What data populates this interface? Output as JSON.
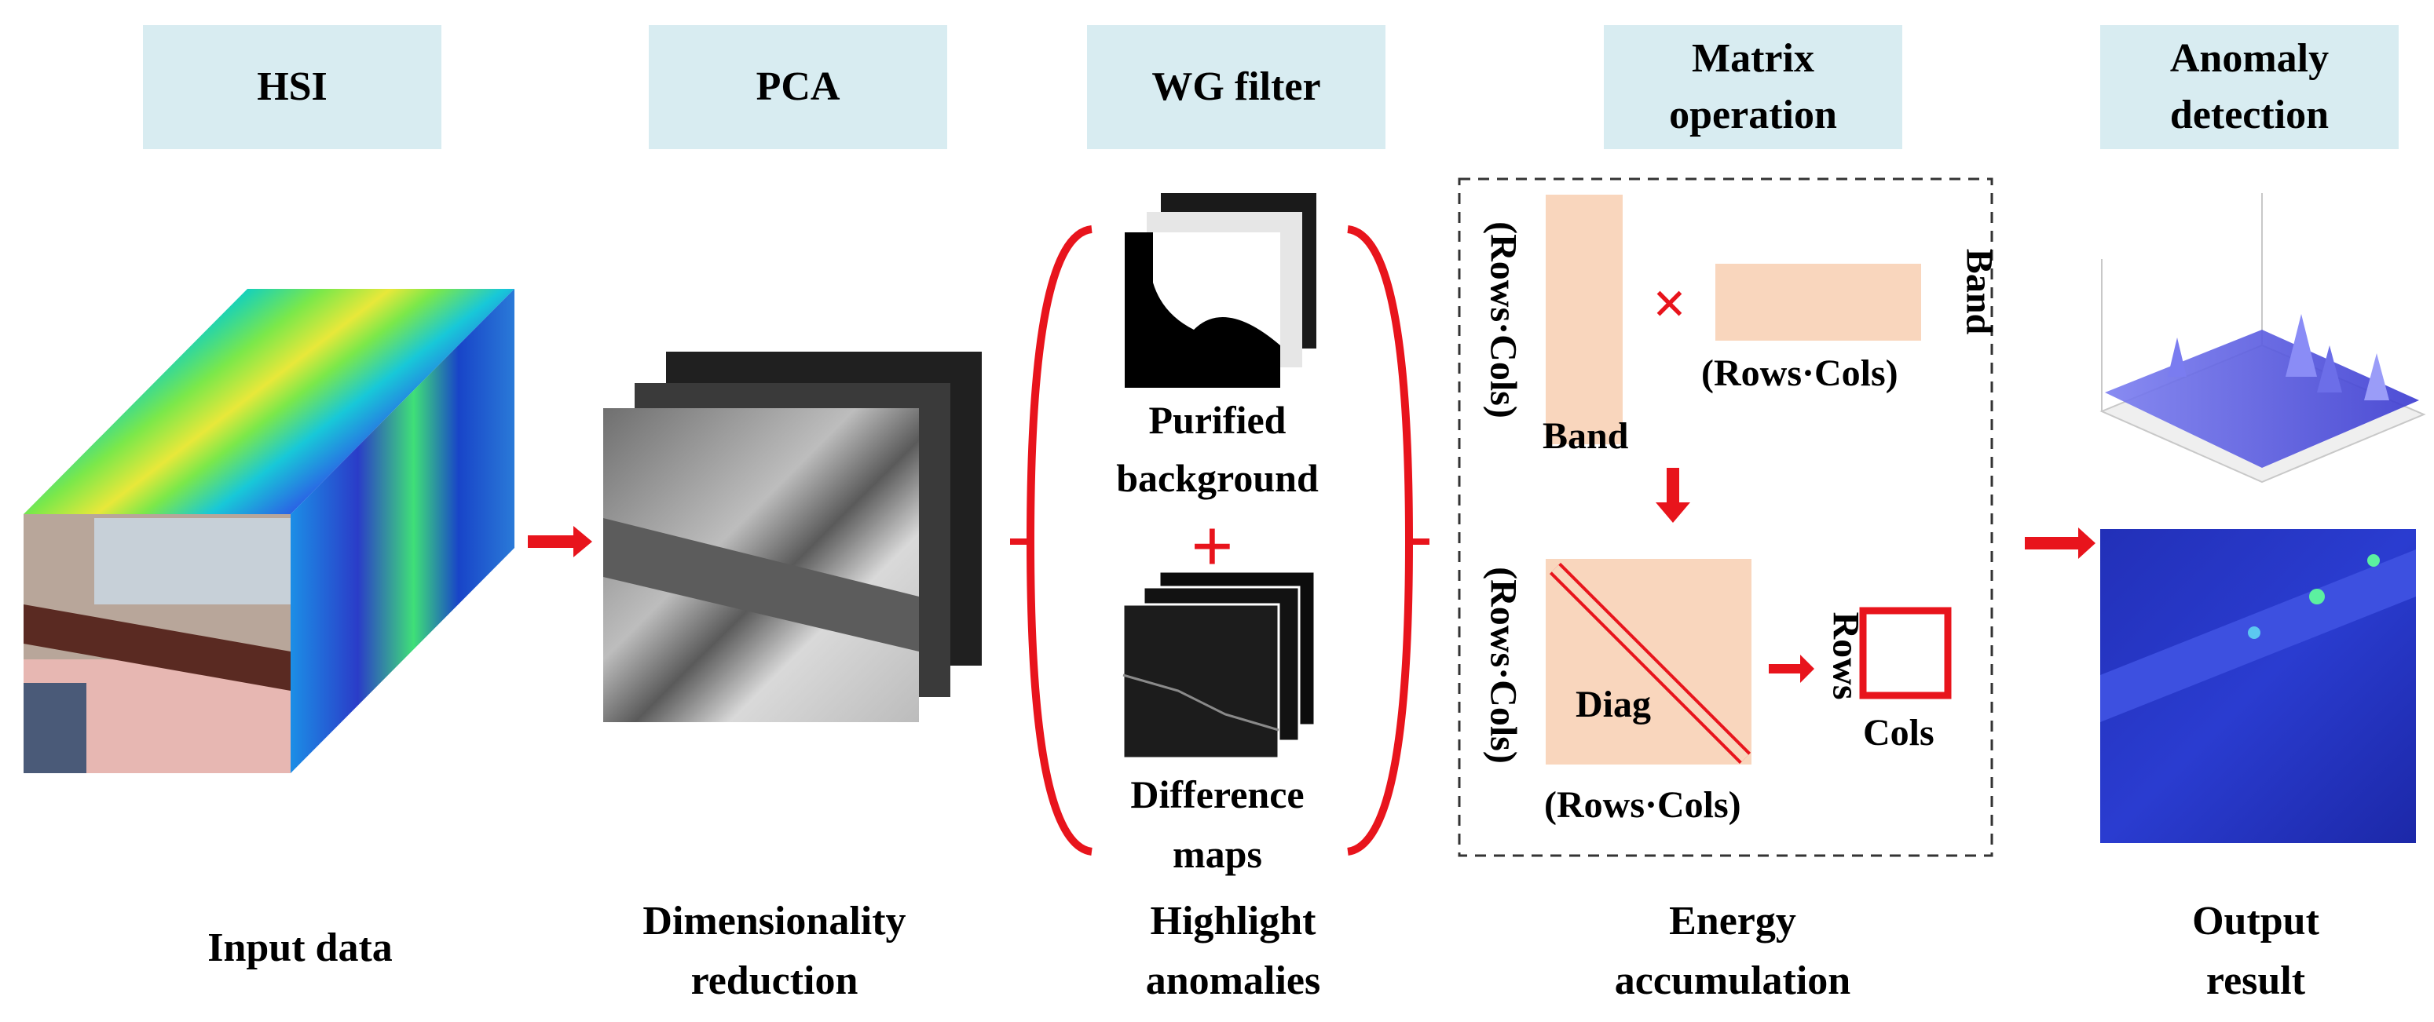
{
  "steps": [
    {
      "header": "HSI",
      "caption_line1": "Input data",
      "caption_line2": ""
    },
    {
      "header": "PCA",
      "caption_line1": "Dimensionality",
      "caption_line2": "reduction"
    },
    {
      "header": "WG filter",
      "caption_line1": "Highlight",
      "caption_line2": "anomalies"
    },
    {
      "header_line1": "Matrix",
      "header_line2": "operation",
      "caption_line1": "Energy",
      "caption_line2": "accumulation"
    },
    {
      "header_line1": "Anomaly",
      "header_line2": "detection",
      "caption_line1": "Output",
      "caption_line2": "result"
    }
  ],
  "wg_filter": {
    "purified_line1": "Purified",
    "purified_line2": "background",
    "difference_line1": "Difference",
    "difference_line2": "maps",
    "plus_symbol": "+"
  },
  "matrix": {
    "rows_cols": "(Rows·Cols)",
    "band": "Band",
    "times_symbol": "×",
    "diag": "Diag",
    "rows": "Rows",
    "cols": "Cols"
  },
  "colors": {
    "header_bg": "#d8ecf1",
    "arrow": "#e8141c",
    "matrix_fill": "#f9d6bd",
    "dashed_border": "#333333"
  },
  "icons": [
    "right-arrow-icon",
    "down-arrow-icon",
    "left-bracket-icon",
    "right-bracket-icon"
  ]
}
